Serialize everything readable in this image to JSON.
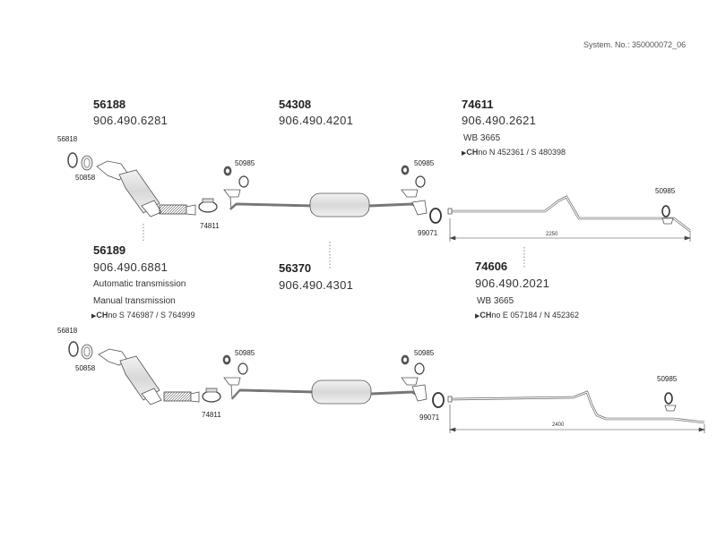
{
  "system_number": "System. No.: 350000072_06",
  "top": {
    "cat": {
      "part": "56188",
      "ref": "906.490.6281"
    },
    "mid": {
      "part": "54308",
      "ref": "906.490.4201"
    },
    "rear": {
      "part": "74611",
      "ref": "906.490.2621",
      "wb": "WB 3665",
      "ch_prefix": "CH",
      "ch_no": "no",
      "ch_range": "N 452361 / S 480398"
    },
    "labels": {
      "ring": "56818",
      "gasket": "50858",
      "clamp": "74811",
      "hanger1": "50985",
      "hanger2": "50985",
      "clip": "99071",
      "hanger3": "50985"
    },
    "dimension": "2250"
  },
  "bottom": {
    "cat": {
      "part": "56189",
      "ref": "906.490.6881",
      "note1": "Automatic transmission",
      "note2": "Manual transmission",
      "ch_prefix": "CH",
      "ch_no": "no",
      "ch_range": "S 746987 / S 764999"
    },
    "mid": {
      "part": "56370",
      "ref": "906.490.4301"
    },
    "rear": {
      "part": "74606",
      "ref": "906.490.2021",
      "wb": "WB 3665",
      "ch_prefix": "CH",
      "ch_no": "no",
      "ch_range": "E 057184 / N 452362"
    },
    "labels": {
      "ring": "56818",
      "gasket": "50858",
      "clamp": "74811",
      "hanger1": "50985",
      "hanger2": "50985",
      "clip": "99071",
      "hanger3": "50985"
    },
    "dimension": "2400"
  }
}
